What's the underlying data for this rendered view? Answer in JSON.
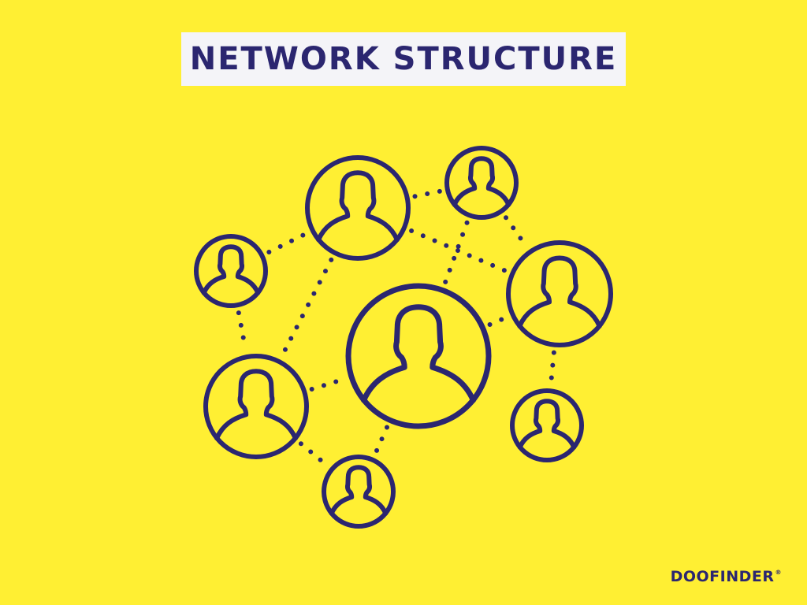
{
  "title": "NETWORK STRUCTURE",
  "brand": {
    "name": "DOOFINDER",
    "mark": "®"
  },
  "colors": {
    "background": "#FFEF33",
    "ink": "#2B2670",
    "title_box": "#F4F4F8"
  },
  "icons": {
    "node": "person-avatar-icon",
    "link": "dotted-connector"
  },
  "nodes": [
    {
      "id": "top-center",
      "label": ""
    },
    {
      "id": "top-right",
      "label": ""
    },
    {
      "id": "left-small",
      "label": ""
    },
    {
      "id": "right-large",
      "label": ""
    },
    {
      "id": "center-main",
      "label": ""
    },
    {
      "id": "left-large",
      "label": ""
    },
    {
      "id": "right-small",
      "label": ""
    },
    {
      "id": "bottom-small",
      "label": ""
    }
  ],
  "links": [
    [
      "left-small",
      "top-center"
    ],
    [
      "left-small",
      "left-large"
    ],
    [
      "top-center",
      "left-large"
    ],
    [
      "top-center",
      "top-right"
    ],
    [
      "top-right",
      "right-large"
    ],
    [
      "top-right",
      "center-main"
    ],
    [
      "top-center",
      "right-large"
    ],
    [
      "left-large",
      "center-main"
    ],
    [
      "center-main",
      "right-large"
    ],
    [
      "right-large",
      "right-small"
    ],
    [
      "left-large",
      "bottom-small"
    ],
    [
      "center-main",
      "bottom-small"
    ]
  ]
}
